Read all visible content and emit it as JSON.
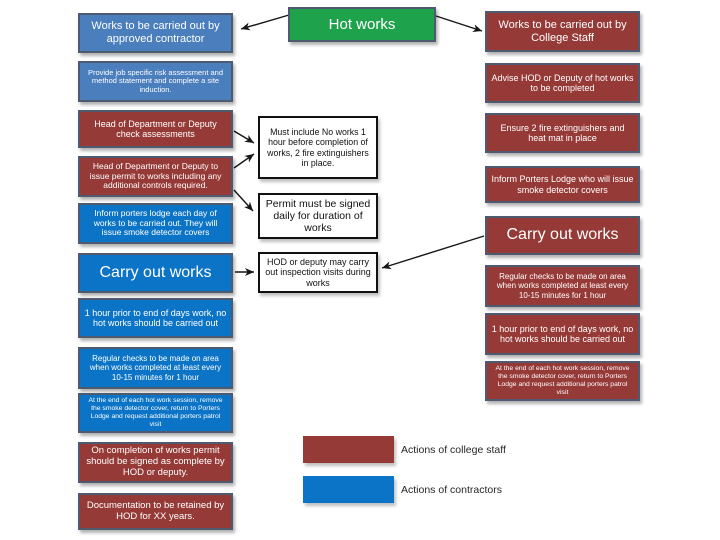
{
  "title": "Hot works",
  "colors": {
    "green": "#1fa24c",
    "dark_red": "#963a37",
    "muted_blue": "#4a7ebd",
    "bright_blue": "#0c74c6",
    "box_border": "#4d5a70",
    "note_border": "#111111"
  },
  "nodes": {
    "hot_works": {
      "label": "Hot works"
    },
    "approved_contractor": {
      "label": "Works to be carried out by approved contractor"
    },
    "provide_risk": {
      "label": "Provide job specific risk assessment and method statement and complete a site induction."
    },
    "hod_check": {
      "label": "Head of Department or Deputy check assessments"
    },
    "hod_permit": {
      "label": "Head of Department or Deputy to issue permit to works including any additional controls required."
    },
    "inform_porters_left": {
      "label": "Inform porters lodge each day of works to be carried out. They will issue smoke detector covers"
    },
    "carry_out_left": {
      "label": "Carry out works"
    },
    "hour_prior_left": {
      "label": "1 hour prior to end of days work, no hot works should be carried out"
    },
    "regular_checks_left": {
      "label": "Regular checks to be made on area when works completed at least every 10-15 minutes for 1 hour"
    },
    "end_session_left": {
      "label": "At the end of each hot work session, remove the smoke detector cover, return to Porters Lodge and request additional porters patrol visit"
    },
    "completion_signed": {
      "label": "On completion of works permit should be signed as complete by HOD or deputy."
    },
    "documentation": {
      "label": "Documentation to be retained by HOD for XX years."
    },
    "college_staff": {
      "label": "Works to be carried out by College Staff"
    },
    "advise_hod": {
      "label": "Advise HOD or Deputy of hot works to be completed"
    },
    "ensure_extinguishers": {
      "label": "Ensure 2 fire extinguishers and heat mat in place"
    },
    "inform_porters_right": {
      "label": "Inform Porters Lodge who will issue smoke detector covers"
    },
    "carry_out_right": {
      "label": "Carry out works"
    },
    "regular_checks_right": {
      "label": "Regular checks to be made on area when works completed at least every 10-15 minutes for 1 hour"
    },
    "hour_prior_right": {
      "label": "1 hour prior to end of days work, no hot works should be carried out"
    },
    "end_session_right": {
      "label": "At the end of each hot work session, remove the smoke detector cover, return to Porters Lodge and request additional porters patrol visit"
    },
    "note_must_include": {
      "label": "Must include No works 1 hour before completion of works, 2 fire extinguishers in place."
    },
    "note_permit_daily": {
      "label": "Permit must be signed daily for duration of works"
    },
    "note_hod_inspection": {
      "label": "HOD or deputy may carry out inspection visits during works"
    }
  },
  "legend": {
    "staff_label": "Actions of college staff",
    "contractors_label": "Actions of contractors"
  }
}
